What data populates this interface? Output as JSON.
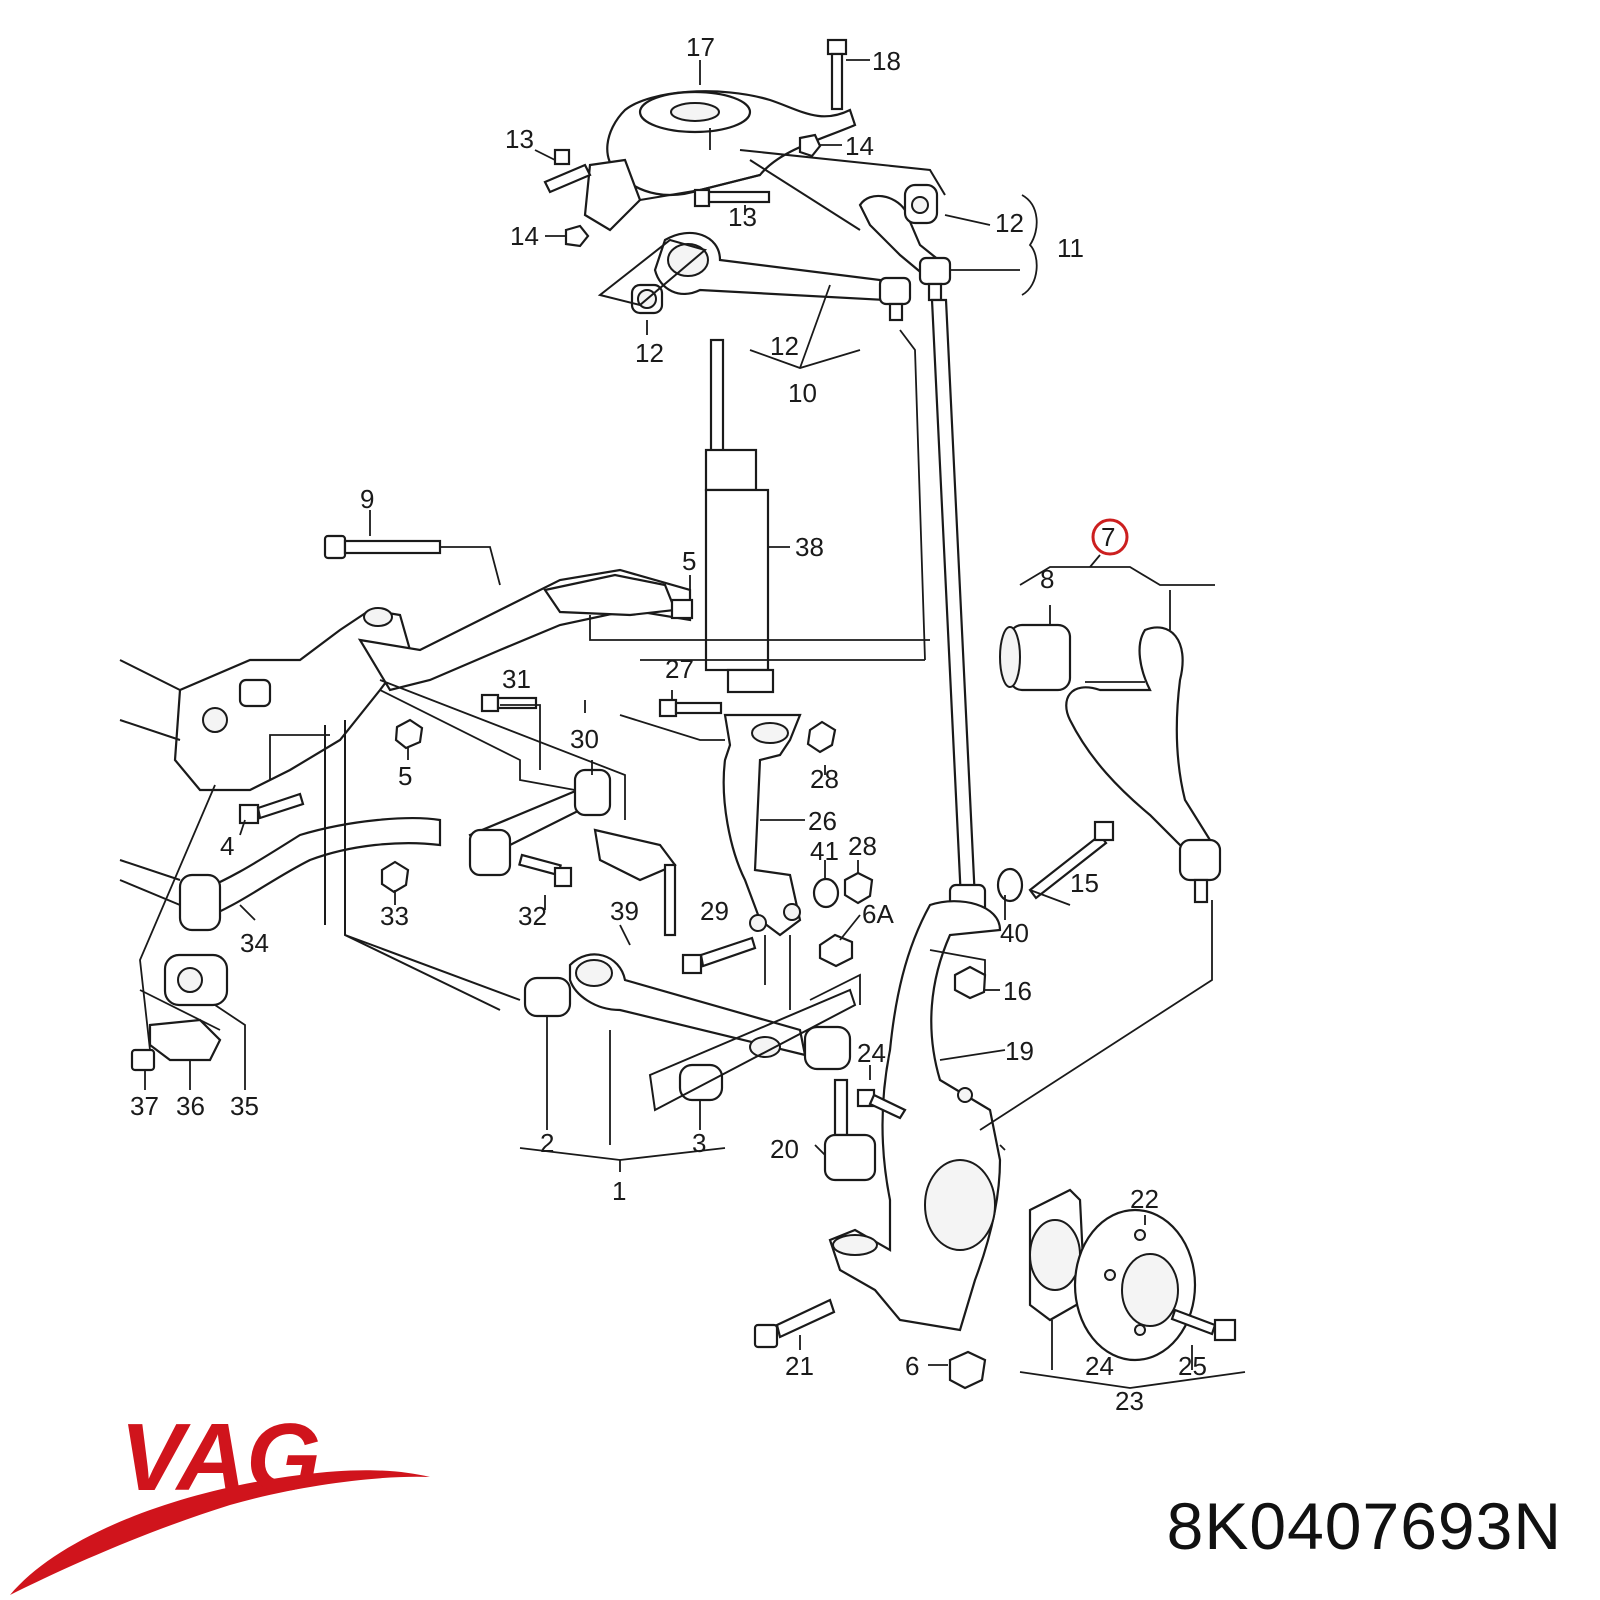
{
  "brand": {
    "name": "VAG",
    "color": "#d0141c"
  },
  "part_number": "8K0407693N",
  "highlight_color": "#cc1f1f",
  "callouts": [
    "17",
    "18",
    "13",
    "14",
    "14",
    "13",
    "12",
    "11",
    "12",
    "12",
    "10",
    "9",
    "5",
    "38",
    "7",
    "8",
    "31",
    "27",
    "30",
    "5",
    "28",
    "26",
    "28",
    "41",
    "4",
    "33",
    "32",
    "39",
    "29",
    "6A",
    "40",
    "15",
    "34",
    "16",
    "19",
    "24",
    "20",
    "2",
    "3",
    "1",
    "37",
    "36",
    "35",
    "22",
    "21",
    "6",
    "24",
    "25",
    "23"
  ]
}
